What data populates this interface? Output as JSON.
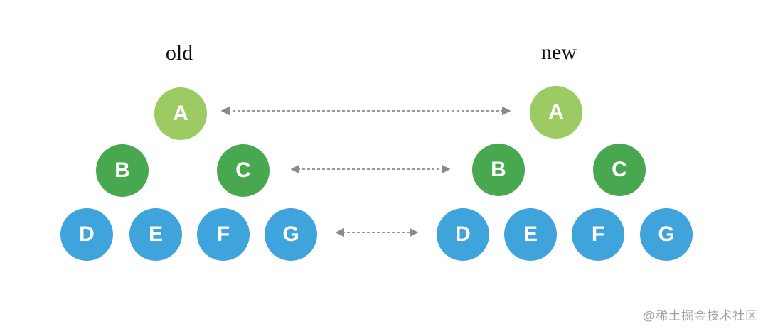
{
  "colors": {
    "background": "#FFFFFF",
    "root_node": "#9CCB63",
    "mid_node": "#48A84F",
    "leaf_node": "#3FA4DC",
    "node_text": "#FFFFFF",
    "label_text": "#111111",
    "arrow": "#8A8A8A",
    "watermark_text": "#9E9E9E"
  },
  "trees": {
    "old": {
      "title": "old",
      "nodes": [
        {
          "label": "A"
        },
        {
          "label": "B"
        },
        {
          "label": "C"
        },
        {
          "label": "D"
        },
        {
          "label": "E"
        },
        {
          "label": "F"
        },
        {
          "label": "G"
        }
      ]
    },
    "new": {
      "title": "new",
      "nodes": [
        {
          "label": "A"
        },
        {
          "label": "B"
        },
        {
          "label": "C"
        },
        {
          "label": "D"
        },
        {
          "label": "E"
        },
        {
          "label": "F"
        },
        {
          "label": "G"
        }
      ]
    }
  },
  "arrows": [
    {
      "name": "root-level-compare-arrow",
      "style": "dashed-double-headed"
    },
    {
      "name": "mid-level-compare-arrow",
      "style": "dashed-double-headed"
    },
    {
      "name": "leaf-level-compare-arrow",
      "style": "dashed-double-headed"
    }
  ],
  "watermark": "@稀土掘金技术社区"
}
